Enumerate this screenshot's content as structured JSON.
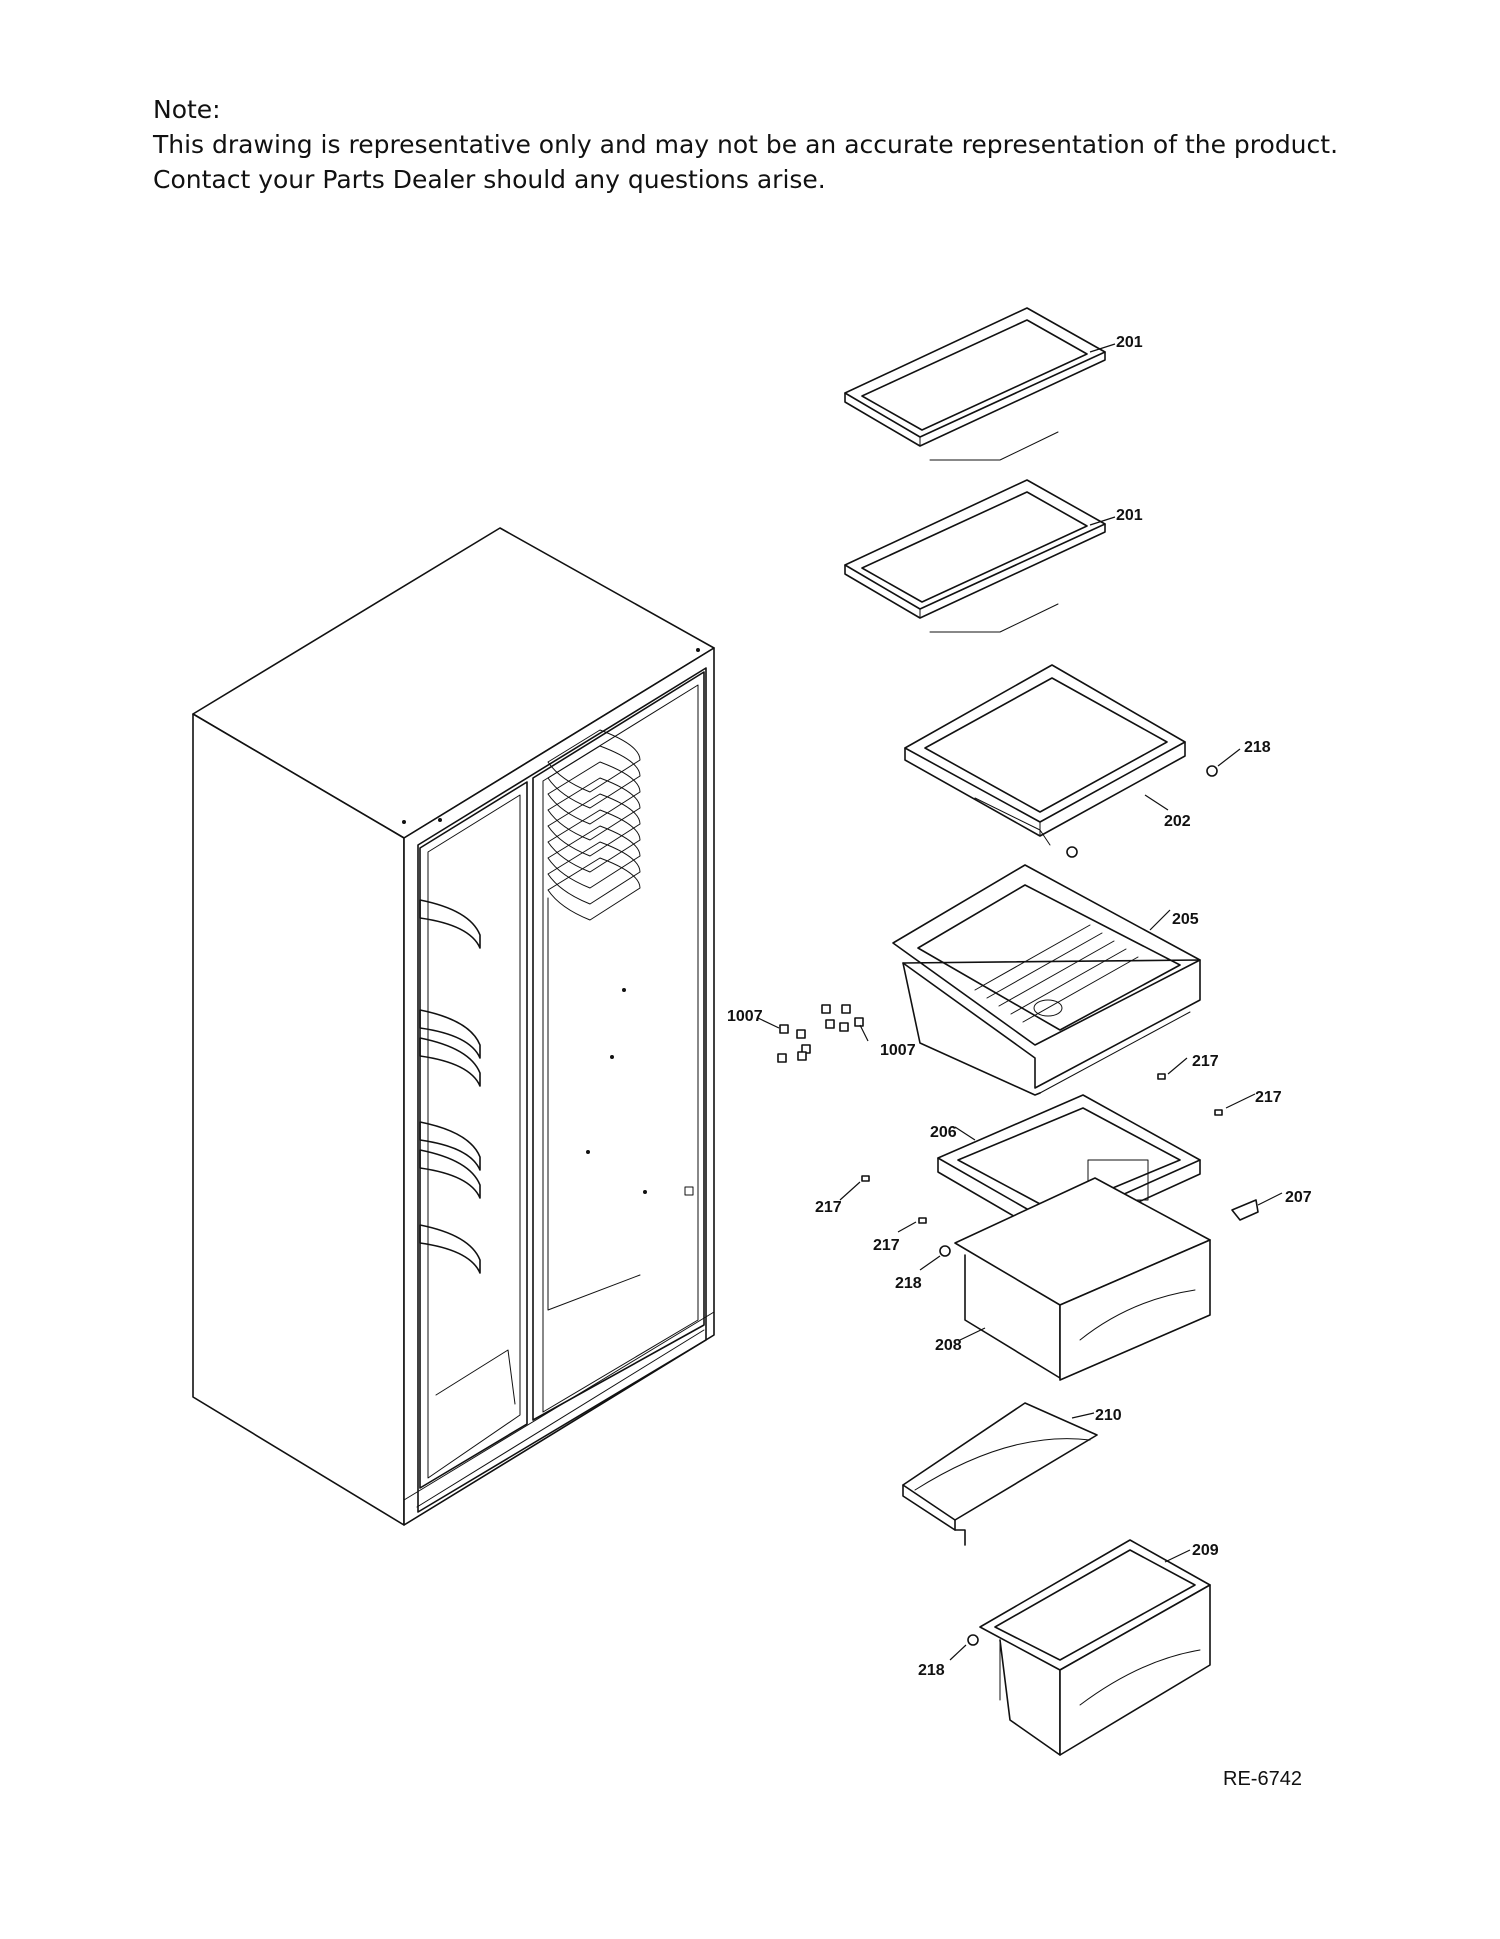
{
  "note": {
    "heading": "Note:",
    "line1": "This drawing is representative only and may not be an accurate representation of the product.",
    "line2": "Contact your Parts Dealer should any questions arise."
  },
  "document_id": "RE-6742",
  "callouts": {
    "shelf_top": "201",
    "shelf_second": "201",
    "shelf_202": "202",
    "cap_218_a": "218",
    "pan_205": "205",
    "fastener_left": "1007",
    "fastener_right": "1007",
    "stop_217_a": "217",
    "stop_217_b": "217",
    "cover_206": "206",
    "stop_217_c": "217",
    "stop_217_d": "217",
    "slide_207": "207",
    "cap_218_b": "218",
    "drawer_208": "208",
    "cover_210": "210",
    "drawer_209": "209",
    "cap_218_c": "218"
  }
}
